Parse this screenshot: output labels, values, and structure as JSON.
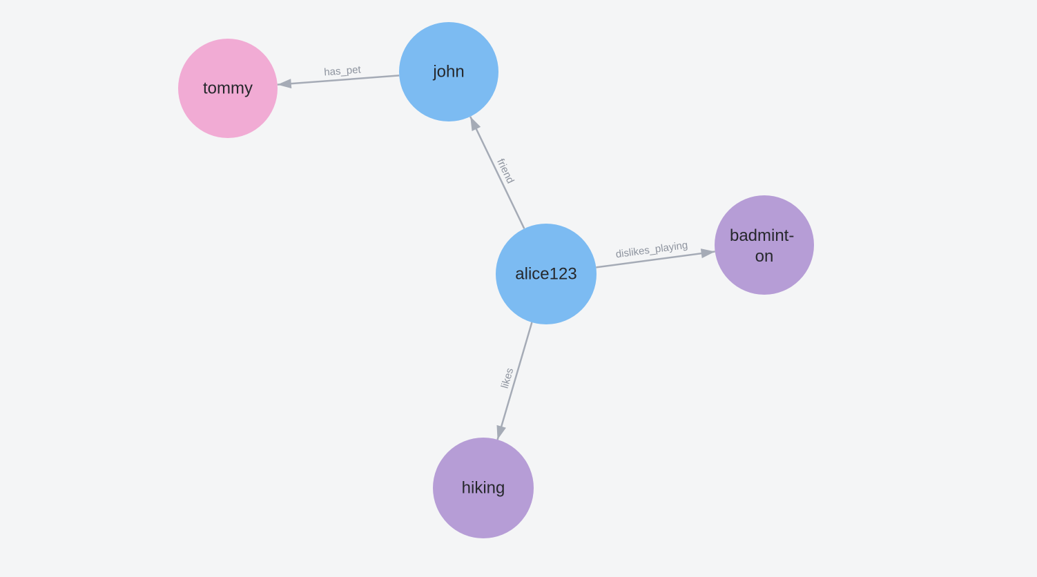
{
  "graph": {
    "colors": {
      "background": "#f4f5f6",
      "edge": "#a5abb6",
      "edge_label": "#8d939e",
      "node_label": "#26282c",
      "person_node": "#7cbbf2",
      "pet_node": "#f1abd4",
      "hobby_node": "#b69dd6"
    },
    "nodes": [
      {
        "id": "tommy",
        "label": "tommy",
        "color": "#f1abd4"
      },
      {
        "id": "john",
        "label": "john",
        "color": "#7cbbf2"
      },
      {
        "id": "alice123",
        "label": "alice123",
        "color": "#7cbbf2"
      },
      {
        "id": "badminton",
        "label": "badminton",
        "color": "#b69dd6",
        "display_lines": [
          "badmint-",
          "on"
        ]
      },
      {
        "id": "hiking",
        "label": "hiking",
        "color": "#b69dd6"
      }
    ],
    "edges": [
      {
        "source": "john",
        "target": "tommy",
        "label": "has_pet"
      },
      {
        "source": "alice123",
        "target": "john",
        "label": "friend"
      },
      {
        "source": "alice123",
        "target": "badminton",
        "label": "dislikes_playing"
      },
      {
        "source": "alice123",
        "target": "hiking",
        "label": "likes"
      }
    ]
  }
}
